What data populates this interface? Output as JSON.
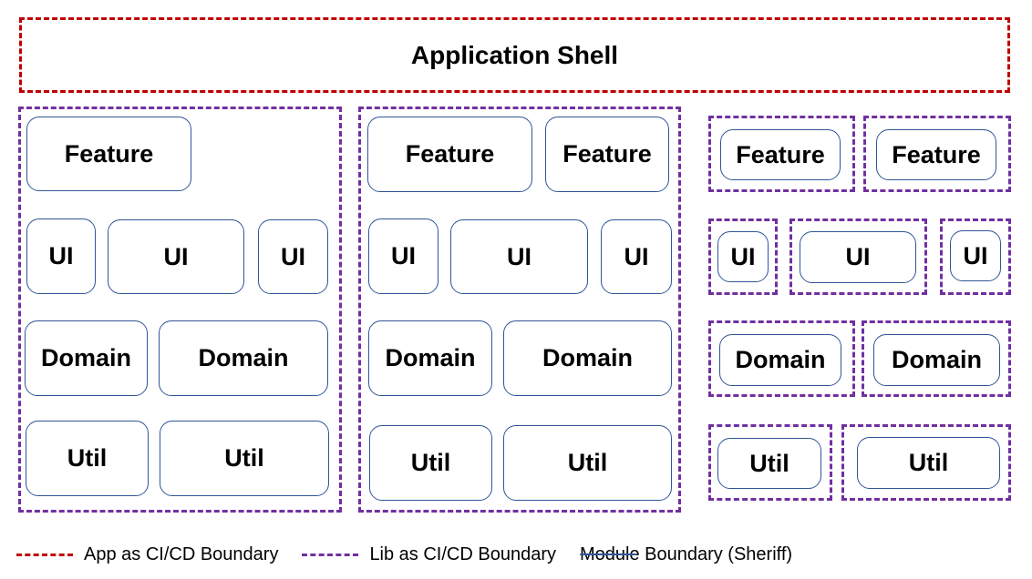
{
  "app_shell": {
    "label": "Application Shell"
  },
  "modules": {
    "feature": "Feature",
    "ui": "UI",
    "domain": "Domain",
    "util": "Util"
  },
  "legend": {
    "app": "App as CI/CD Boundary",
    "lib": "Lib as CI/CD Boundary",
    "module": "Module Boundary (Sheriff)"
  },
  "colors": {
    "app_boundary": "#c00000",
    "lib_boundary": "#7030a0",
    "module_border": "#2f5597"
  }
}
